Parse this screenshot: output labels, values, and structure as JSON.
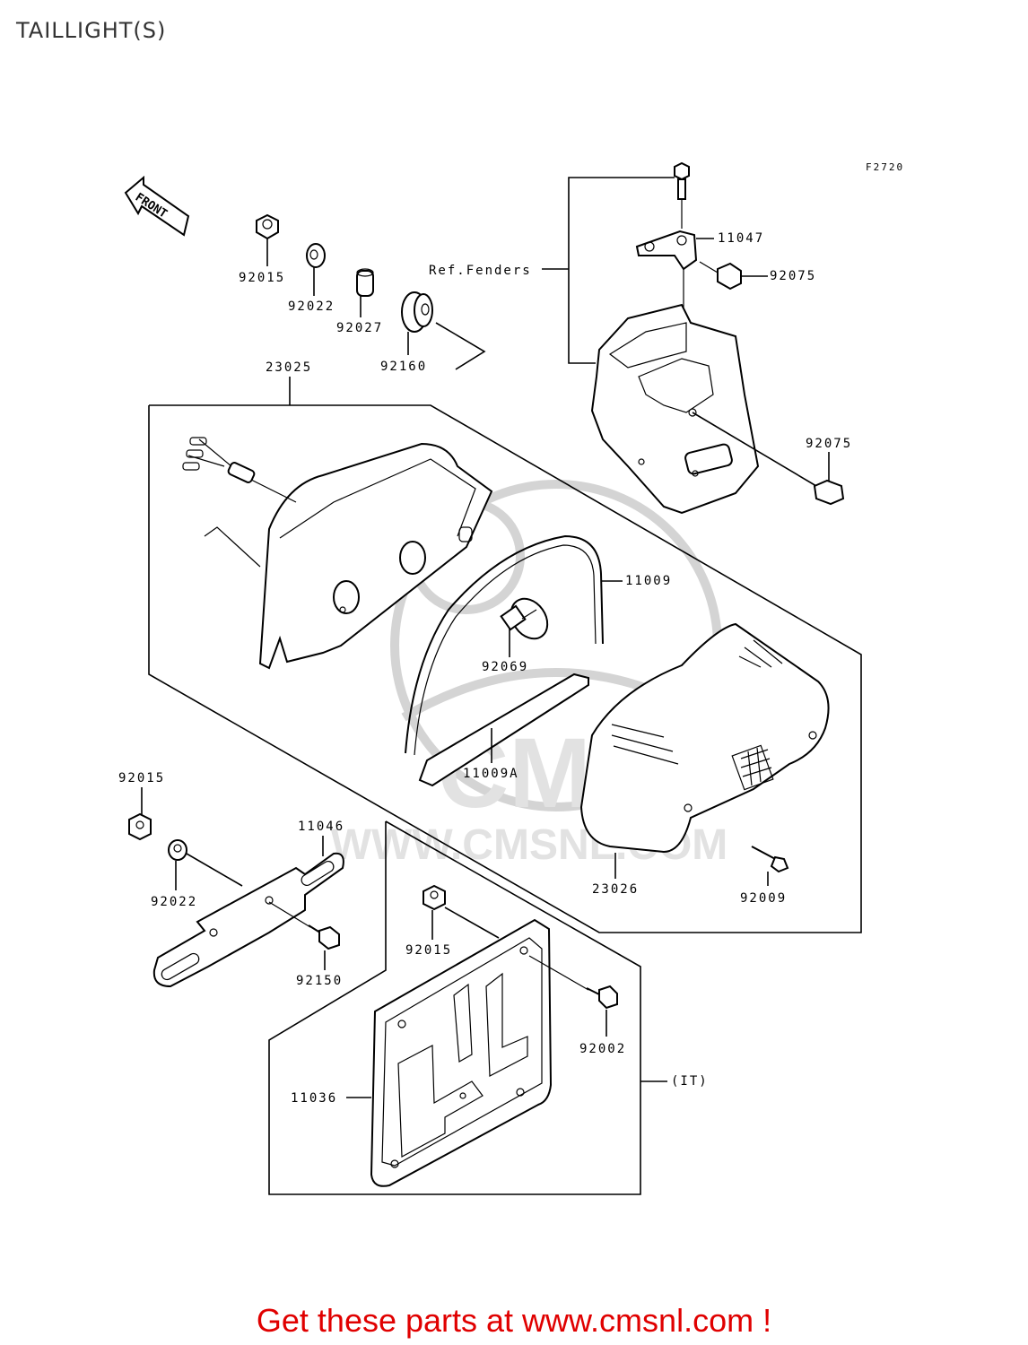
{
  "page": {
    "title": "TAILLIGHT(S)",
    "figure_code": "F2720"
  },
  "front_arrow": {
    "label": "FRONT",
    "icon": "front-direction-arrow-icon"
  },
  "watermark": {
    "text": "WWW.CMSNL.COM",
    "logo_text": "CMS"
  },
  "callouts": {
    "p92015_top": "92015",
    "p92022_top": "92022",
    "p92027": "92027",
    "p92160": "92160",
    "ref_fenders": "Ref.Fenders",
    "p11047": "11047",
    "p92075_top": "92075",
    "p92075_right": "92075",
    "p23025": "23025",
    "p11009": "11009",
    "p92069": "92069",
    "p11009a": "11009A",
    "p23026": "23026",
    "p92009": "92009",
    "p92015_left": "92015",
    "p11046": "11046",
    "p92022_left": "92022",
    "p92150": "92150",
    "p92015_bottom": "92015",
    "p92002": "92002",
    "p11036": "11036",
    "it_note": "(IT)"
  },
  "footer": {
    "text": "Get these parts at www.cmsnl.com !",
    "color": "#e00000"
  }
}
